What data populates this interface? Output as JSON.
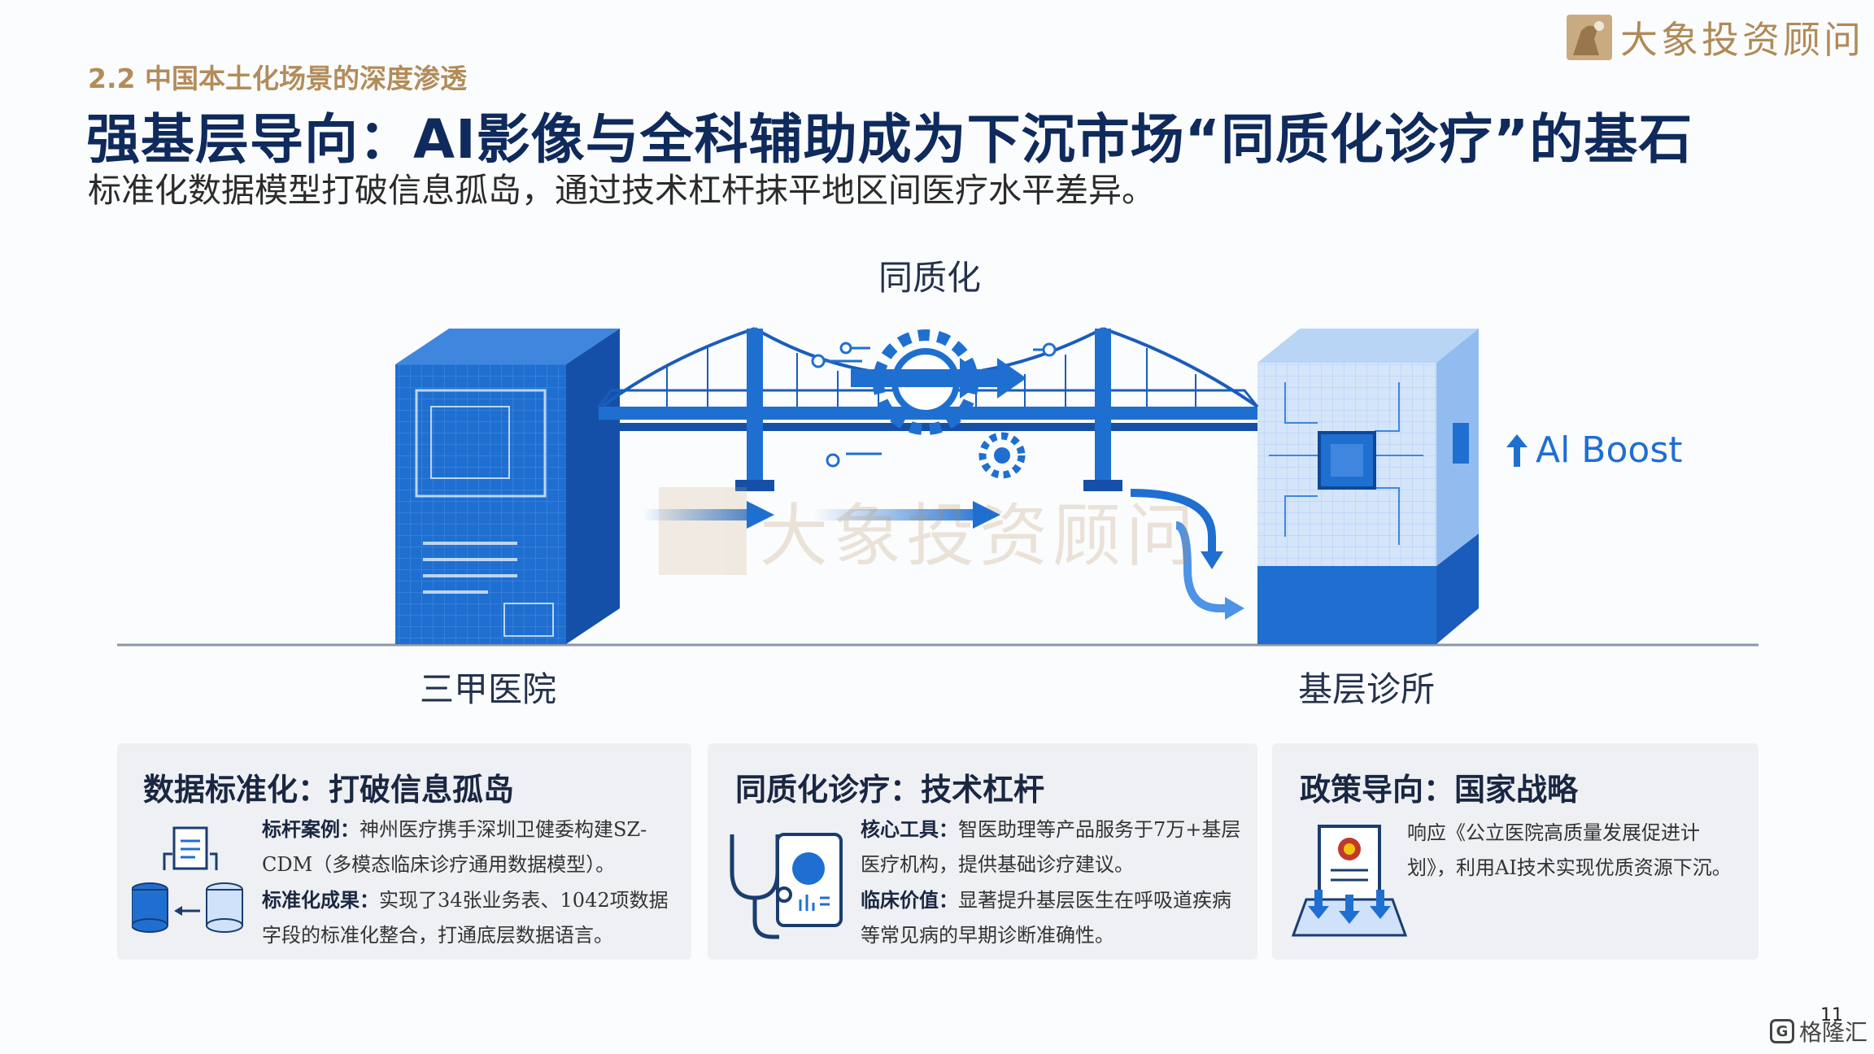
{
  "header": {
    "section": "2.2 中国本土化场景的深度渗透",
    "title": "强基层导向：AI影像与全科辅助成为下沉市场“同质化诊疗”的基石",
    "subtitle": "标准化数据模型打破信息孤岛，通过技术杠杆抹平地区间医疗水平差异。",
    "brand": "大象投资顾问"
  },
  "diagram": {
    "top_label": "同质化",
    "left_label": "三甲医院",
    "right_label": "基层诊所",
    "boost_label": "Al Boost",
    "watermark": "大象投资顾问"
  },
  "cards": [
    {
      "title": "数据标准化：打破信息孤岛",
      "lines": [
        {
          "key": "标杆案例：",
          "text": "神州医疗携手深圳卫健委构建SZ-CDM（多模态临床诊疗通用数据模型）。"
        },
        {
          "key": "标准化成果：",
          "text": "实现了34张业务表、1042项数据字段的标准化整合，打通底层数据语言。"
        }
      ]
    },
    {
      "title": "同质化诊疗：技术杠杆",
      "lines": [
        {
          "key": "核心工具：",
          "text": "智医助理等产品服务于7万+基层医疗机构，提供基础诊疗建议。"
        },
        {
          "key": "临床价值：",
          "text": "显著提升基层医生在呼吸道疾病等常见病的早期诊断准确性。"
        }
      ]
    },
    {
      "title": "政策导向：国家战略",
      "lines": [
        {
          "key": "",
          "text": "响应《公立医院高质量发展促进计划》，利用AI技术实现优质资源下沉。"
        }
      ]
    }
  ],
  "footer": {
    "page": "11",
    "gelonghui": "格隆汇"
  },
  "colors": {
    "title": "#0f2a5c",
    "accent_blue": "#1f6fd1",
    "brand_gold": "#b08a58",
    "card_bg": "#eef0f4"
  }
}
